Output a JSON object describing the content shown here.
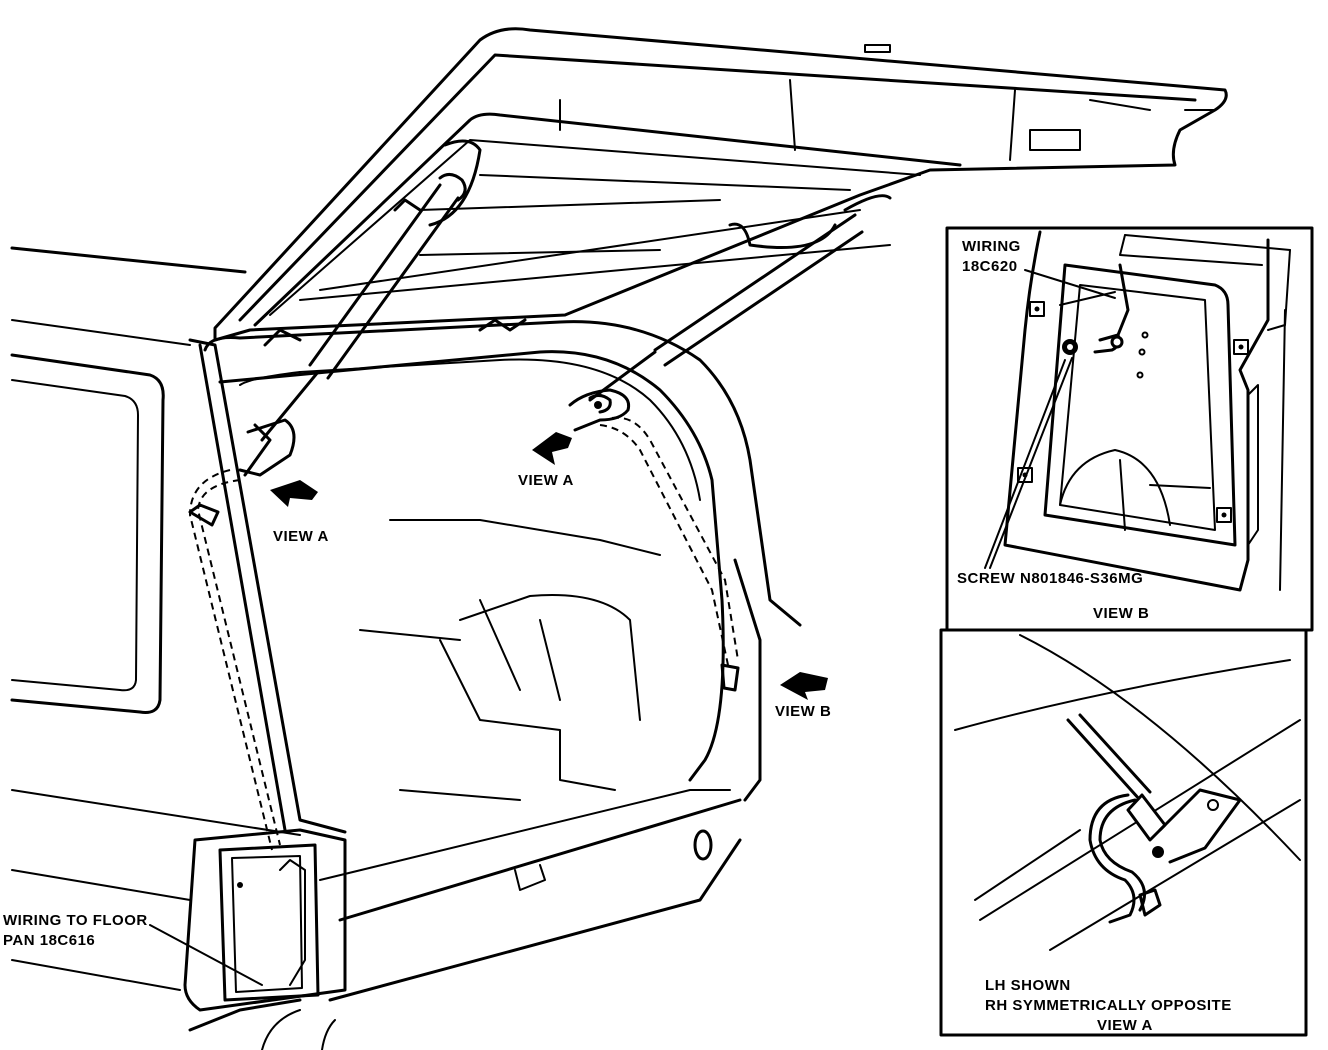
{
  "labels": {
    "view_a_left": "VIEW A",
    "view_a_center": "VIEW A",
    "view_b_main": "VIEW B",
    "wiring_floor_line1": "WIRING TO FLOOR",
    "wiring_floor_line2": "PAN 18C616"
  },
  "inset_b": {
    "wiring_line1": "WIRING",
    "wiring_line2": "18C620",
    "screw": "SCREW N801846-S36MG",
    "caption": "VIEW B"
  },
  "inset_a": {
    "note_line1": "LH SHOWN",
    "note_line2": "RH SYMMETRICALLY OPPOSITE",
    "caption": "VIEW A"
  }
}
